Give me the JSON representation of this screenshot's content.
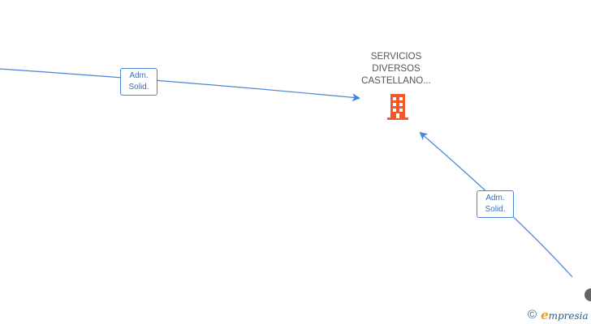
{
  "company_node": {
    "name_lines": [
      "SERVICIOS",
      "DIVERSOS",
      "CASTELLANO..."
    ],
    "icon": "building-icon",
    "icon_color": "#f05a28"
  },
  "edges": [
    {
      "label_lines": [
        "Adm.",
        "Solid."
      ]
    },
    {
      "label_lines": [
        "Adm.",
        "Solid."
      ]
    }
  ],
  "colors": {
    "edge": "#4a86d6",
    "edge_label_text": "#3a6fb5",
    "node_text": "#555555"
  },
  "watermark": {
    "symbol": "©",
    "brand_initial": "e",
    "brand_rest": "mpresia"
  }
}
